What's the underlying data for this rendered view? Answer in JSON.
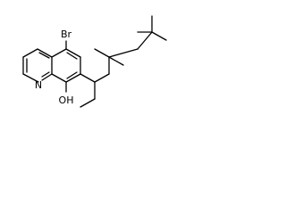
{
  "molecule": {
    "atoms": {
      "bromine": "Br",
      "nitrogen": "N",
      "hydroxyl": "OH"
    },
    "colors": {
      "bond": "#000000",
      "label": "#000000",
      "background": "#ffffff"
    }
  }
}
